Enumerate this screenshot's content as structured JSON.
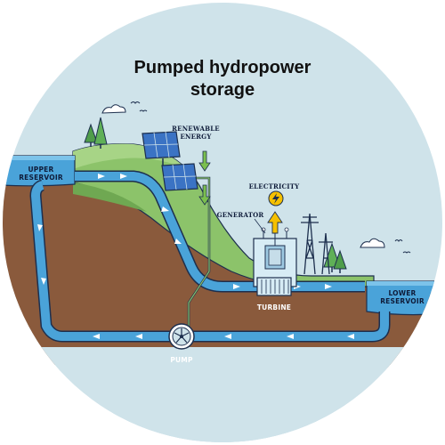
{
  "title": {
    "line1": "Pumped hydropower",
    "line2": "storage"
  },
  "labels": {
    "upper_reservoir_1": "UPPER",
    "upper_reservoir_2": "RESERVOIR",
    "lower_reservoir_1": "LOWER",
    "lower_reservoir_2": "RESERVOIR",
    "renewable_1": "RENEWABLE",
    "renewable_2": "ENERGY",
    "electricity": "ELECTRICITY",
    "generator": "GENERATOR",
    "turbine": "TURBINE",
    "pump": "PUMP"
  },
  "colors": {
    "background_circle": "#cfe3ea",
    "grass": "#8cc36a",
    "soil": "#8a5a3c",
    "water": "#4aa3d9",
    "pipe_outline": "#1d2f4e",
    "electricity_arrow": "#f5c000",
    "renewable_arrow": "#7bbf4e"
  },
  "icons": [
    "solar-panel-icon",
    "lightning-bolt-icon",
    "pine-tree-icon",
    "transmission-tower-icon",
    "cloud-icon",
    "bird-icon",
    "pump-fan-icon"
  ]
}
